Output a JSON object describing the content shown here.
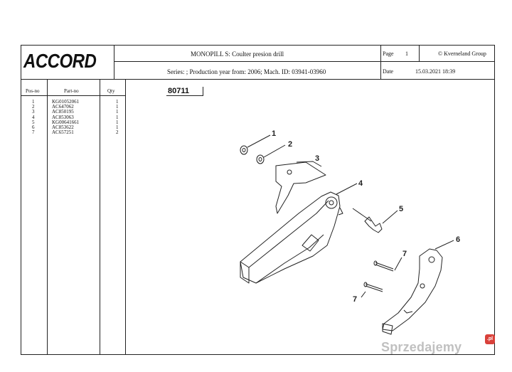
{
  "header": {
    "brand": "ACCORD",
    "title": "MONOPILL S: Coulter presion drill",
    "subtitle": "Series: ; Production year from: 2006; Mach. ID: 03941-03960",
    "page_label": "Page",
    "page_number": "1",
    "copyright": "© Kverneland Group",
    "date_label": "Date",
    "date_value": "15.03.2021  18:39"
  },
  "table": {
    "col_pos": "Pos-no",
    "col_part": "Part-no",
    "col_qty": "Qty",
    "rows": [
      {
        "pos": "1",
        "part": "KG01052061",
        "qty": "1"
      },
      {
        "pos": "2",
        "part": "AC647062",
        "qty": "1"
      },
      {
        "pos": "3",
        "part": "AC850195",
        "qty": "1"
      },
      {
        "pos": "4",
        "part": "AC853063",
        "qty": "1"
      },
      {
        "pos": "5",
        "part": "KG00641661",
        "qty": "1"
      },
      {
        "pos": "6",
        "part": "AC853622",
        "qty": "1"
      },
      {
        "pos": "7",
        "part": "AC657251",
        "qty": "2"
      }
    ]
  },
  "drawing": {
    "code": "80711",
    "callouts": [
      "1",
      "2",
      "3",
      "4",
      "5",
      "6",
      "7",
      "7"
    ]
  },
  "watermark": {
    "text": "Sprzedajemy",
    "badge": ".pl"
  }
}
